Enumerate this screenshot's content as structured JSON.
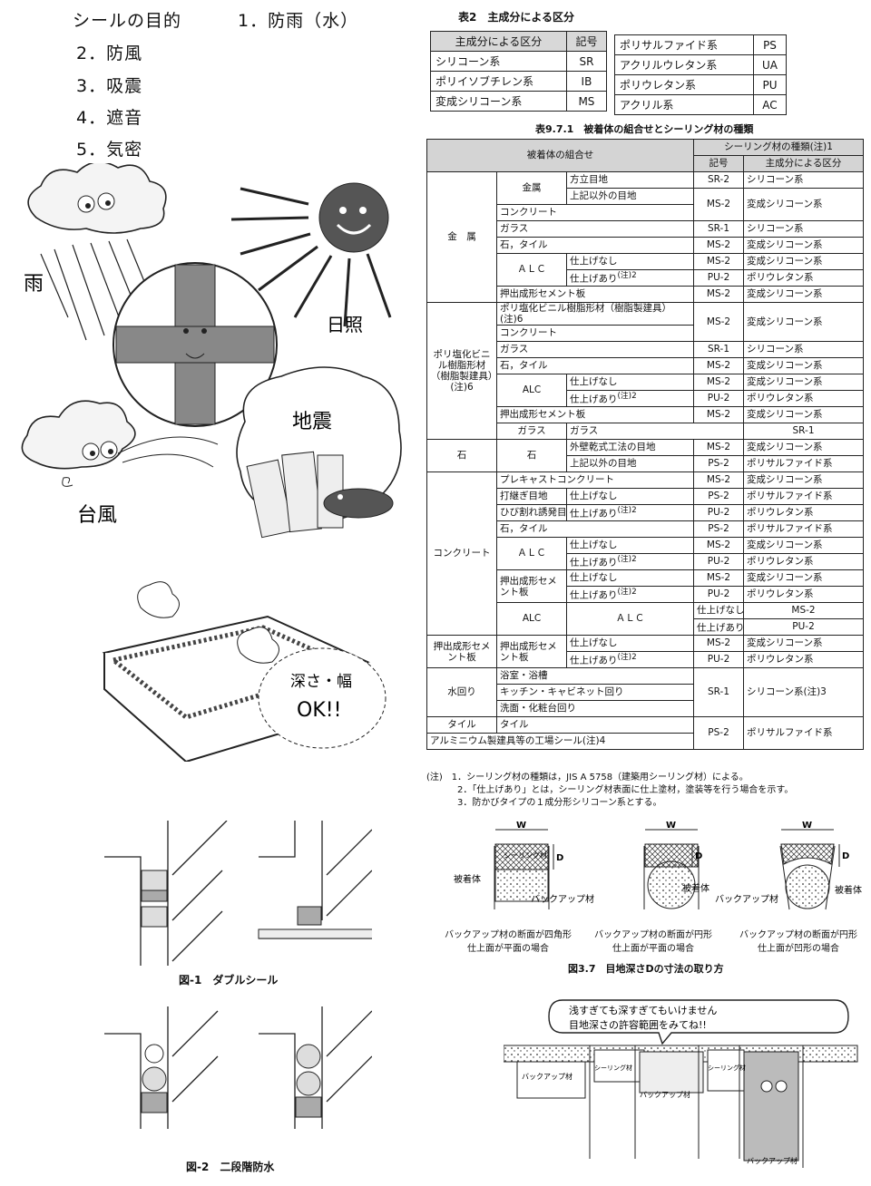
{
  "purpose": {
    "title": "シールの目的",
    "items": [
      "1．防雨（水）",
      "2．防風",
      "3．吸震",
      "4．遮音",
      "5．気密"
    ]
  },
  "illustration1": {
    "rain": "雨",
    "sun": "日照",
    "quake": "地震",
    "typhoon": "台風"
  },
  "illustration2": {
    "bubble": "深さ・幅",
    "bubble2": "OK!!"
  },
  "fig1": {
    "caption": "図-1　ダブルシール"
  },
  "fig2": {
    "caption": "図-2　二段階防水"
  },
  "table2": {
    "caption": "表2　主成分による区分",
    "head": [
      "主成分による区分",
      "記号"
    ],
    "left": [
      [
        "シリコーン系",
        "SR"
      ],
      [
        "ポリイソブチレン系",
        "IB"
      ],
      [
        "変成シリコーン系",
        "MS"
      ]
    ],
    "right": [
      [
        "ポリサルファイド系",
        "PS"
      ],
      [
        "アクリルウレタン系",
        "UA"
      ],
      [
        "ポリウレタン系",
        "PU"
      ],
      [
        "アクリル系",
        "AC"
      ]
    ]
  },
  "table971": {
    "caption": "表9.7.1　被着体の組合せとシーリング材の種類",
    "head_left": "被着体の組合せ",
    "head_right": "シーリング材の種類(注)1",
    "head_code": "記号",
    "head_kind": "主成分による区分",
    "g_metal": "金　属",
    "metal_sub": "金属",
    "metal_a": "方立目地",
    "metal_b": "上記以外の目地",
    "concrete": "コンクリート",
    "glass": "ガラス",
    "stone_tile": "石，タイル",
    "alc": "ALC",
    "no_finish": "仕上げなし",
    "finish": "仕上げあり",
    "note2": "(注)2",
    "extruded": "押出成形セメント板",
    "g_pvc": "ポリ塩化ビニル樹脂形材（樹脂製建具）(注)6",
    "pvc_sub": "ポリ塩化ビニル樹脂形材（樹脂製建具）(注)6",
    "g_glass": "ガラス",
    "g_stone": "石",
    "stone_sub": "石",
    "stone_a": "外壁乾式工法の目地",
    "stone_b": "上記以外の目地",
    "g_concrete": "コンクリート",
    "precast": "プレキャストコンクリート",
    "joint1": "打継ぎ目地",
    "joint2": "ひび割れ誘発目地",
    "alc_sp": "ＡＬＣ",
    "ext_panel": "押出成形セメント板",
    "g_alc": "ALC",
    "g_ext": "押出成形セメント板",
    "g_water": "水回り",
    "bath": "浴室・浴槽",
    "kitchen": "キッチン・キャビネット回り",
    "wash": "洗面・化粧台回り",
    "g_tile": "タイル",
    "tile_sub": "タイル",
    "aluminum": "アルミニウム製建具等の工場シール(注)4",
    "codes": {
      "SR2": "SR-2",
      "MS2": "MS-2",
      "SR1": "SR-1",
      "PU2": "PU-2",
      "PS2": "PS-2"
    },
    "kinds": {
      "si": "シリコーン系",
      "ms": "変成シリコーン系",
      "pu": "ポリウレタン系",
      "ps": "ポリサルファイド系",
      "si3": "シリコーン系(注)3"
    }
  },
  "notes": [
    "(注)　1．シーリング材の種類は，JIS A 5758（建築用シーリング材）による。",
    "2．「仕上げあり」とは，シーリング材表面に仕上塗材，塗装等を行う場合を示す。",
    "3．防かびタイプの１成分形シリコーン系とする。"
  ],
  "fig37": {
    "caption": "図3.7　目地深さDの寸法の取り方",
    "w": "W",
    "d": "D",
    "sealant": "シーリング材",
    "substrate": "被着体",
    "backup": "バックアップ材",
    "label1": "バックアップ材の断面が四角形\n仕上面が平面の場合",
    "label2": "バックアップ材の断面が円形\n仕上面が平面の場合",
    "label3": "バックアップ材の断面が円形\n仕上面が凹形の場合"
  },
  "cartoon2": {
    "bubble": "浅すぎても深すぎてもいけません\n目地深さの許容範囲をみてね!!",
    "backup": "バックアップ材",
    "sealant": "シーリング材"
  }
}
